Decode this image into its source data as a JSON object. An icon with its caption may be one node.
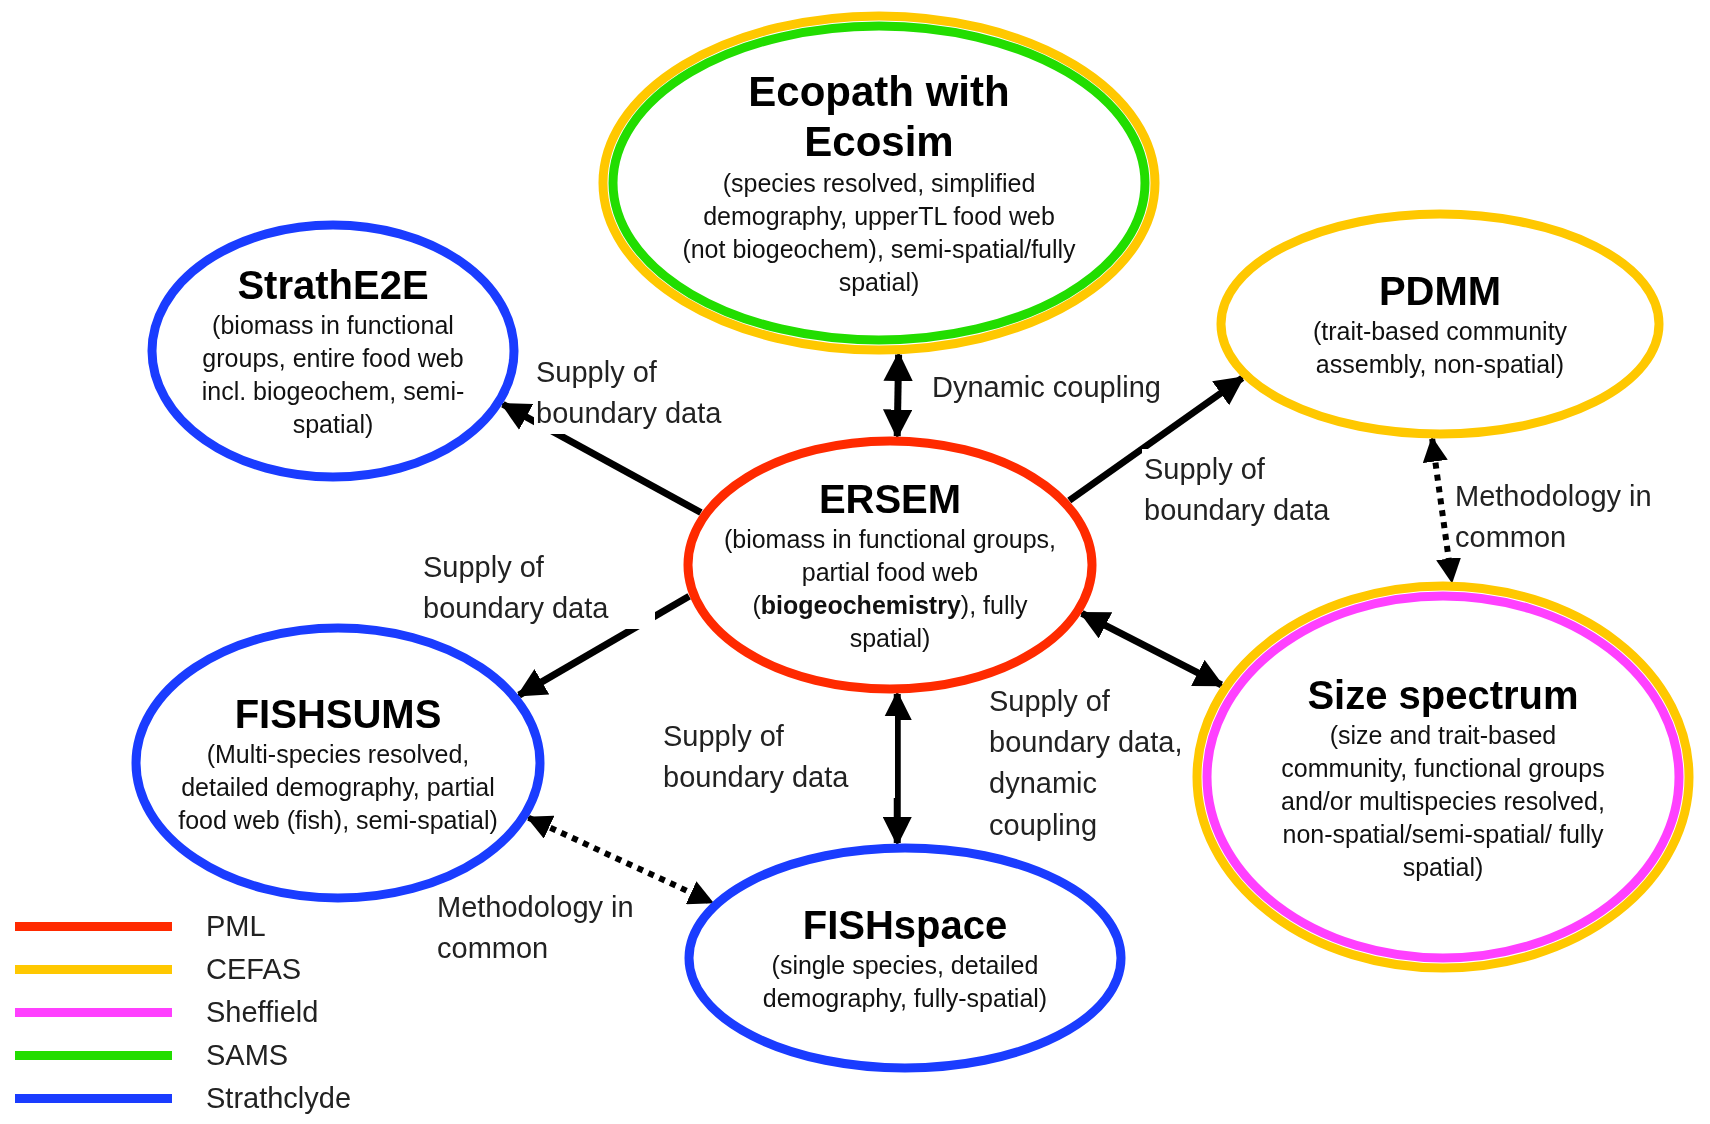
{
  "diagram": {
    "nodes": [
      {
        "text": [
          "Ecopath with Ecosim",
          "(species resolved, simplified demography, upperTL food web (not biogeochem), semi-spatial/fully spatial)"
        ]
      },
      {
        "text": [
          "StrathE2E",
          "(biomass in functional groups, entire food web incl. biogeochem, semi-spatial)"
        ]
      },
      {
        "text": [
          "PDMM",
          "(trait-based community assembly, non-spatial)"
        ]
      },
      {
        "text": [
          "ERSEM",
          "(biomass in functional groups, partial food web (**biogeochemistry**), fully spatial)"
        ]
      },
      {
        "text": [
          "FISHSUMS",
          "(Multi-species resolved, detailed demography, partial food web (fish), semi-spatial)"
        ]
      },
      {
        "text": [
          "Size spectrum",
          "(size and trait-based community, functional groups and/or multispecies resolved, non-spatial/semi-spatial/ fully spatial)"
        ]
      },
      {
        "text": [
          "FISHspace",
          "(single species, detailed demography, fully-spatial)"
        ]
      }
    ],
    "edges": [
      {
        "from": 3,
        "to": 1,
        "arrow": "to",
        "label": "Supply of boundary data"
      },
      {
        "from": 3,
        "to": 0,
        "arrow": "both",
        "label": "Dynamic coupling"
      },
      {
        "from": 3,
        "to": 2,
        "arrow": "to",
        "label": "Supply of boundary data"
      },
      {
        "from": 3,
        "to": 4,
        "arrow": "to",
        "label": "Supply of boundary data"
      },
      {
        "from": 3,
        "to": 6,
        "arrow": "both",
        "label": "Supply of boundary data"
      },
      {
        "from": 3,
        "to": 5,
        "arrow": "both",
        "label": "Supply of boundary data, dynamic coupling"
      },
      {
        "from": 2,
        "to": 5,
        "arrow": "both",
        "label": "Methodology in common",
        "style": "dashed"
      },
      {
        "from": 4,
        "to": 6,
        "arrow": "both",
        "label": "Methodology in common",
        "style": "dashed"
      }
    ],
    "legend": [
      {
        "text": "PML",
        "color": "#ff2a00"
      },
      {
        "text": "CEFAS",
        "color": "#ffc800"
      },
      {
        "text": "Sheffield",
        "color": "#ff40ff"
      },
      {
        "text": "SAMS",
        "color": "#22dd00"
      },
      {
        "text": "Strathclyde",
        "color": "#1a3cff"
      }
    ]
  }
}
